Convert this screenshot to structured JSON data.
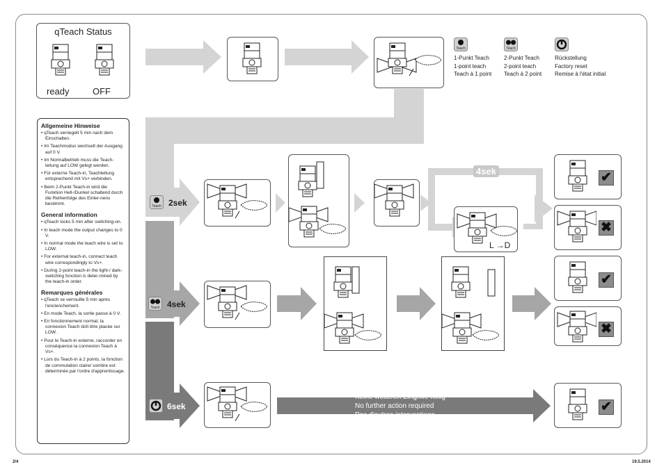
{
  "status": {
    "title": "qTeach Status",
    "ready": "ready",
    "off": "OFF"
  },
  "legend": [
    {
      "icon": "one-dot-teach-icon",
      "icon_text": "Teach",
      "de": "1-Punkt Teach",
      "en": "1-point teach",
      "fr": "Teach à 1 point"
    },
    {
      "icon": "two-dot-teach-icon",
      "icon_text": "Teach",
      "de": "2-Punkt Teach",
      "en": "2-point teach",
      "fr": "Teach à 2 point"
    },
    {
      "icon": "power-reset-icon",
      "de": "Rückstellung",
      "en": "Factory reset",
      "fr": "Remise à l'état initial"
    }
  ],
  "notes": {
    "de_title": "Allgemeine Hinweise",
    "de": [
      "qTeach verriegelt 5 min nach dem Einschalten.",
      "Im Teachmodus wechselt der Ausgang auf 0 V.",
      "Im Normalbetrieb muss die Teach-leitung auf LOW gelegt werden.",
      "Für externe Teach-in, Teachleitung entsprechend mit Vs+ verbinden.",
      "Beim 2-Punkt Teach-in wird die Funktion Hell-/Dunkel schaltend durch die Reihenfolge des Einler-nens bestimmt."
    ],
    "en_title": "General information",
    "en": [
      "qTeach locks 5 min after switching-on.",
      "In teach mode the output changes to 0 V.",
      "In normal mode the teach wire is set to LOW.",
      "For external teach-in, connect teach wire correspondingly to Vs+.",
      "During 2-point teach-in the light-/ dark-switching function is deter-mined by the teach-in order."
    ],
    "fr_title": "Remarques générales",
    "fr": [
      "qTeach se verrouille 5 min après l'enclenchement.",
      "En mode Teach, la sortie passe à 0 V.",
      "En fonctionnement normal, la connexion Teach doît être placée sur LOW.",
      "Pour le Teach-in externe, raccorder en conséquence la connexion Teach à Vs+.",
      "Lors du Teach-in à 2 points, la fonction de commutation claire/ sombre est déterminée par l'ordre d'apprentissage."
    ]
  },
  "steps": {
    "s2": "2sek",
    "s4": "4sek",
    "s6": "6sek",
    "loop": "4sek",
    "teach_small": "Teach",
    "ld": "L →D"
  },
  "instruction": {
    "de": "Keine weiteren Eingriffe nötig",
    "en": "No further action required",
    "fr": "Pas d'autres interventions"
  },
  "marks": {
    "check": "✔",
    "cross": "✖"
  },
  "footer": {
    "page": "2/4",
    "date": "19.5.2014"
  }
}
